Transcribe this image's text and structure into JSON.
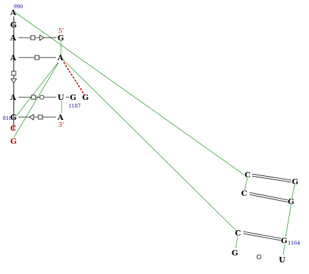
{
  "colors": {
    "nucleotide": "#000000",
    "highlight_nucleotide": "#cc0000",
    "strand_end": "#cc0000",
    "residue_number": "#000099",
    "backbone_line": "#339933",
    "interaction": "#000000",
    "long_range_pair": "#cc0000"
  },
  "nucleotides": {
    "n1": "A",
    "n2": "G",
    "n3": "A",
    "n4": "A",
    "n5": "A",
    "n6": "G",
    "n7": "C",
    "n8": "G",
    "r1": "G",
    "r2": "A",
    "r3": "U",
    "r4": "A",
    "m1": "G",
    "m2": "G",
    "h1": "C",
    "h2": "G",
    "h3": "C",
    "h4": "G",
    "h5": "C",
    "h6": "G",
    "h7": "G",
    "h8": "U"
  },
  "residue_numbers": {
    "n990": "990",
    "n818": "818",
    "n1187": "1187",
    "n1164": "1164"
  },
  "strand_ends": {
    "five_prime": "5'",
    "three_prime": "3'"
  },
  "interaction_symbols": [
    "square-triangle",
    "square",
    "square-circle",
    "square-triangle",
    "square",
    "triangle",
    "dash",
    "double-line",
    "double-line",
    "double-line",
    "circle"
  ]
}
